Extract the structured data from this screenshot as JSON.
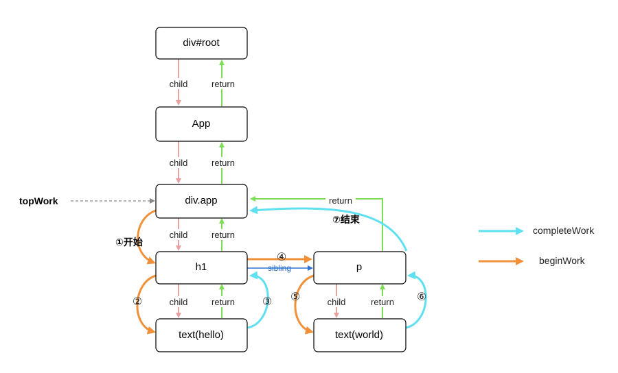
{
  "colors": {
    "child": "#e8a0a0",
    "return": "#7ddc55",
    "begin": "#f0913a",
    "complete": "#5ee0f0",
    "sibling": "#2f74d0",
    "dashed": "#888888"
  },
  "nodes": {
    "root": "div#root",
    "app": "App",
    "divapp": "div.app",
    "h1": "h1",
    "p": "p",
    "hello": "text(hello)",
    "world": "text(world)"
  },
  "labels": {
    "child": "child",
    "return": "return",
    "sibling": "sibling",
    "topwork": "topWork",
    "step1": "①开始",
    "step2": "②",
    "step3": "③",
    "step4": "④",
    "step5": "⑤",
    "step6": "⑥",
    "step7": "⑦结束"
  },
  "legend": {
    "complete": "completeWork",
    "begin": "beginWork"
  }
}
